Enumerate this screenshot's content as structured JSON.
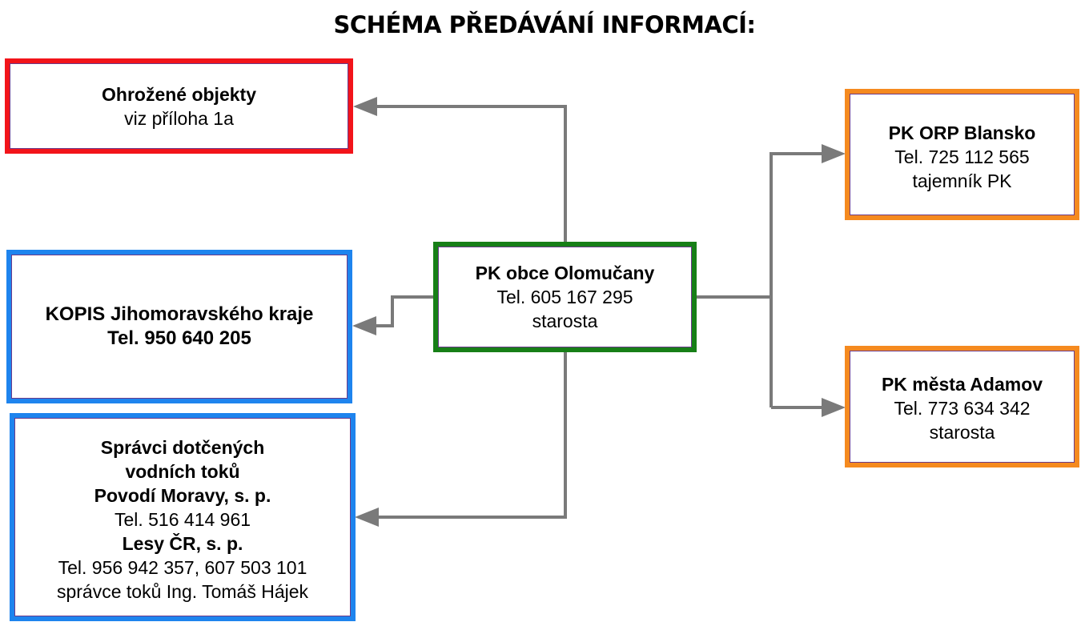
{
  "title": "SCHÉMA PŘEDÁVÁNÍ INFORMACÍ:",
  "colors": {
    "connector": "#7a7a7a",
    "red_border": "#f2141a",
    "blue_border": "#1e84ee",
    "green_border": "#177f17",
    "orange_border": "#f58a1f"
  },
  "boxes": {
    "ohrozene": {
      "name": "Ohrožené objekty",
      "detail": "viz příloha 1a"
    },
    "kopis": {
      "name": "KOPIS Jihomoravského kraje",
      "phone": "Tel. 950 640 205"
    },
    "spravci": {
      "line1": "Správci dotčených",
      "line2": "vodních toků",
      "org1": "Povodí Moravy, s. p.",
      "org1_phone": "Tel. 516 414 961",
      "org2": "Lesy ČR, s. p.",
      "org2_phone": "Tel. 956 942 357, 607 503 101",
      "org2_contact": "správce toků Ing. Tomáš Hájek"
    },
    "center": {
      "name": "PK obce Olomučany",
      "phone": "Tel. 605 167 295",
      "role": "starosta"
    },
    "blansko": {
      "name": "PK ORP Blansko",
      "phone": "Tel. 725 112 565",
      "role": "tajemník PK"
    },
    "adamov": {
      "name": "PK města Adamov",
      "phone": "Tel. 773 634 342",
      "role": "starosta"
    }
  }
}
